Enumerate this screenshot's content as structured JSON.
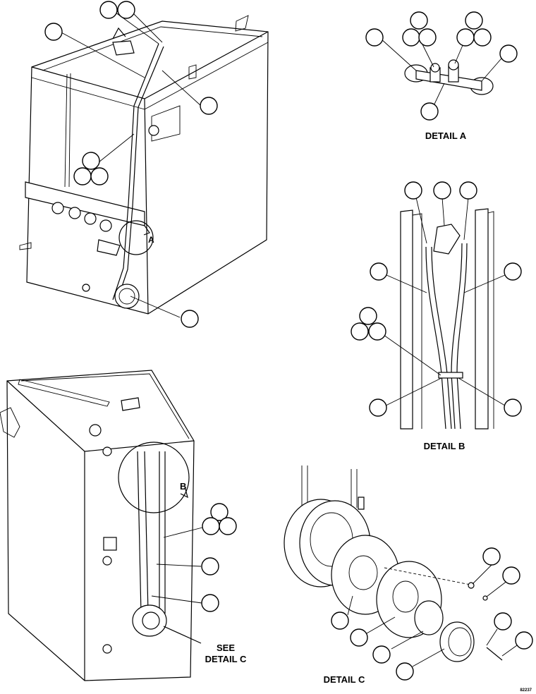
{
  "labels": {
    "detail_a": "DETAIL A",
    "detail_b": "DETAIL B",
    "detail_c": "DETAIL C",
    "see_detail_c_line1": "SEE",
    "see_detail_c_line2": "DETAIL C",
    "marker_a": "A",
    "marker_b": "B",
    "drawing_number": "82237"
  }
}
